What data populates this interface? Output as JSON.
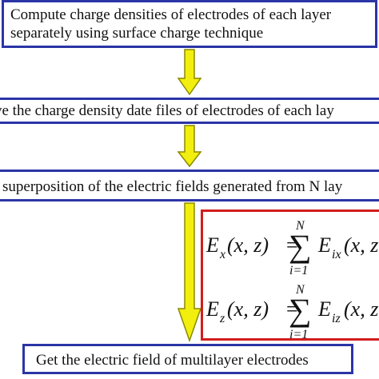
{
  "steps": [
    {
      "line1": "Compute charge densities of electrodes of each layer",
      "line2": "separately using surface charge technique"
    },
    {
      "text": "ve the charge density date files of electrodes of each lay"
    },
    {
      "text": "superposition of the electric fields generated from N lay"
    },
    {
      "text": "Get the electric field of multilayer electrodes"
    }
  ],
  "formulas": {
    "ex": {
      "lhs_E": "E",
      "lhs_sub": "x",
      "lhs_args": "(x, z)",
      "equals": "=",
      "sum_top": "N",
      "sum_bottom": "i=1",
      "rhs_E": "E",
      "rhs_sub": "ix",
      "rhs_args": "(x, z"
    },
    "ez": {
      "lhs_E": "E",
      "lhs_sub": "z",
      "lhs_args": "(x, z)",
      "equals": "=",
      "sum_top": "N",
      "sum_bottom": "i=1",
      "rhs_E": "E",
      "rhs_sub": "iz",
      "rhs_args": "(x, z"
    }
  },
  "colors": {
    "box_border": "#2b35a6",
    "formula_border": "#d21d1d",
    "arrow_fill": "#f2ee0e",
    "arrow_stroke": "#8a8a00"
  }
}
